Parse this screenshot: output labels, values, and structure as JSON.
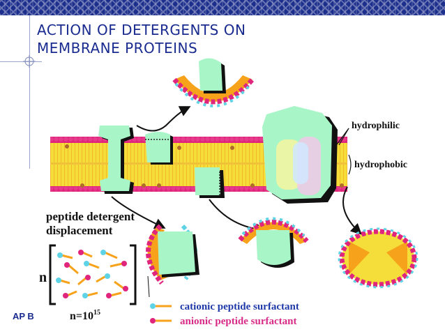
{
  "slide": {
    "title_line1": "ACTION OF DETERGENTS ON",
    "title_line2": "MEMBRANE PROTEINS",
    "footer": "AP B"
  },
  "figure": {
    "hydrophilic": "hydrophilic",
    "hydrophobic": "hydrophobic",
    "peptide_line1": "peptide detergent",
    "peptide_line2": "displacement",
    "n_label": "n",
    "n_value": "n=10",
    "n_exponent": "15",
    "cationic": "cationic peptide surfactant",
    "anionic": "anionic peptide surfactant"
  },
  "colors": {
    "title": "#1a2b8f",
    "header_bar": "#1d2f8c",
    "protein": "#a8f5c8",
    "protein_shadow": "#111111",
    "head_pink": "#e0257d",
    "head_cyan": "#5fd3e6",
    "tail_orange": "#f7a21b",
    "tail_yellow": "#f5de3a",
    "cationic_text": "#1f3aa8",
    "anionic_text": "#d82a87"
  }
}
